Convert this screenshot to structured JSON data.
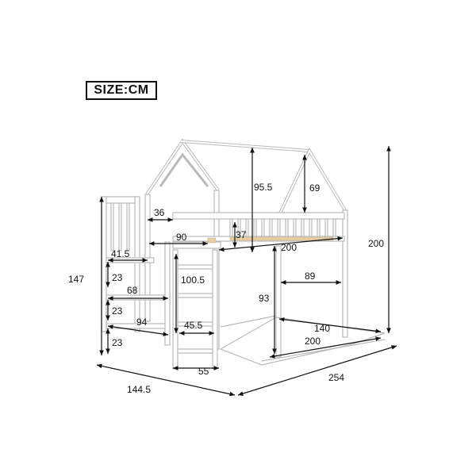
{
  "size_label": "SIZE:CM",
  "dimensions": {
    "roof_height": "95.5",
    "roof_peak": "69",
    "total_height": "200",
    "guard_length": "36",
    "top_width": "90",
    "guard_rail": "37",
    "top_length": "200",
    "step_depth": "41.5",
    "step_1": "23",
    "stair_height": "147",
    "ladder_height": "100.5",
    "step_width": "68",
    "step_2": "23",
    "bottom_opening": "89",
    "lower_clearance": "93",
    "stair_width": "94",
    "ladder_width": "45.5",
    "step_3": "23",
    "floor_length_inner": "140",
    "floor_length": "200",
    "base_width": "55",
    "overall_depth": "144.5",
    "overall_length": "254"
  }
}
